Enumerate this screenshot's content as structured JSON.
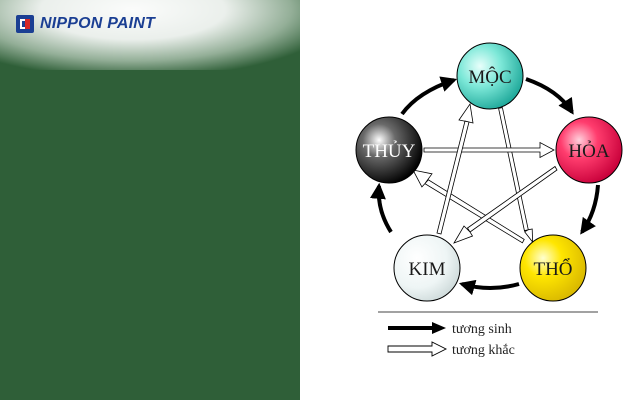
{
  "brand": {
    "name": "NIPPON PAINT",
    "logo_icon": "nippon-paint-logo-icon",
    "logo_color": "#1b3f93",
    "accent_color": "#d62828"
  },
  "panel": {
    "background": "#2f5f38"
  },
  "diagram": {
    "elements": [
      {
        "key": "moc",
        "label": "MỘC",
        "label_color": "#1a1a1a"
      },
      {
        "key": "hoa",
        "label": "HỎA",
        "label_color": "#1a1a1a"
      },
      {
        "key": "tho",
        "label": "THỔ",
        "label_color": "#1a1a1a"
      },
      {
        "key": "kim",
        "label": "KIM",
        "label_color": "#1a1a1a"
      },
      {
        "key": "thuy",
        "label": "THỦY",
        "label_color": "#ffffff"
      }
    ],
    "legend": [
      {
        "label": "tương sinh",
        "style": "solid"
      },
      {
        "label": "tương khắc",
        "style": "hollow"
      }
    ]
  }
}
